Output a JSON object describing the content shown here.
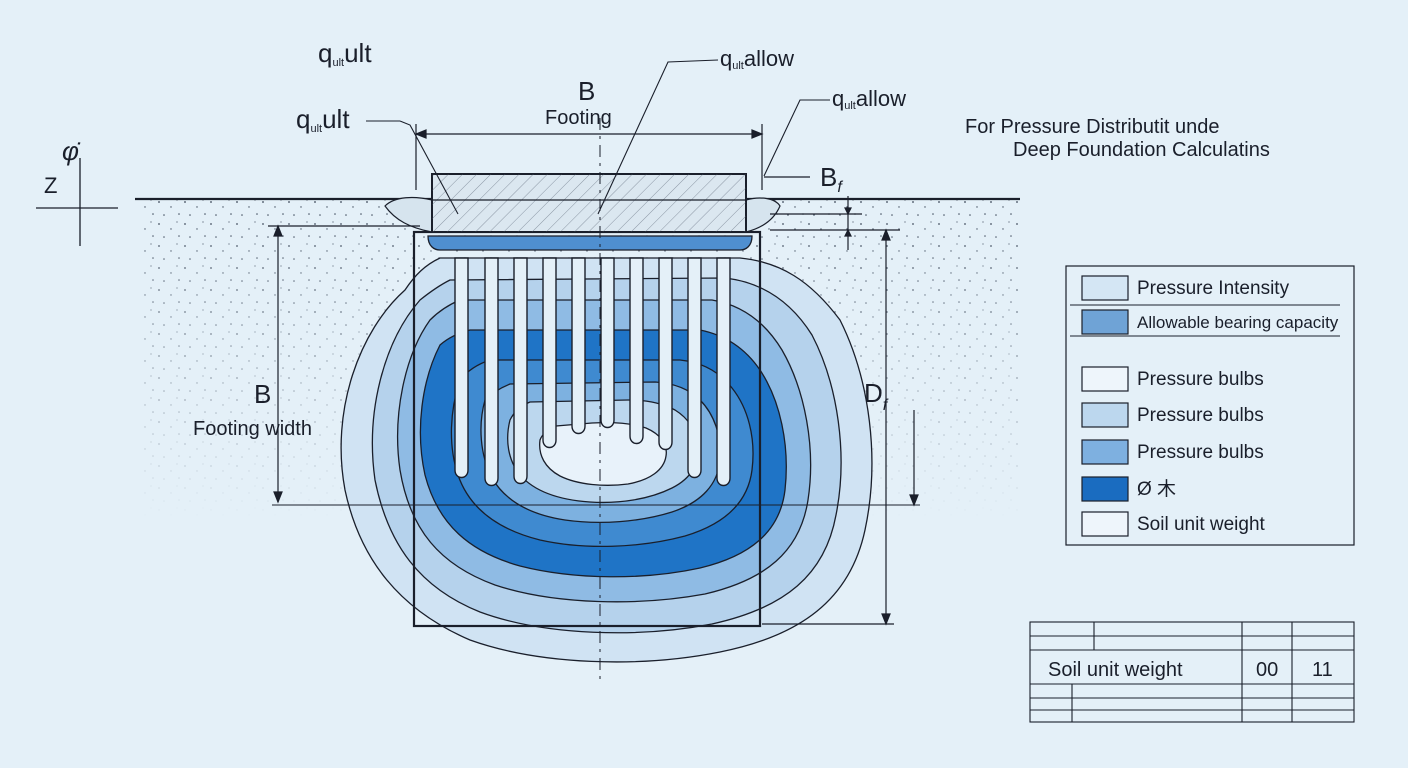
{
  "labels": {
    "q_ult_top": {
      "q": "q",
      "sub": "ult",
      "rest": "ult"
    },
    "q_ult_left": {
      "q": "q",
      "sub": "ult",
      "rest": "ult"
    },
    "q_allow_top": {
      "q": "q",
      "sub": "ult",
      "rest": "allow"
    },
    "q_allow_right": {
      "q": "q",
      "sub": "ult",
      "rest": "allow"
    },
    "phi_symbol": "φ̇",
    "z_axis": "Z",
    "b_top": "B",
    "footing": "Footing",
    "b_side": "B",
    "footing_width": "Footing width",
    "b_f": {
      "main": "B",
      "sub": "f"
    },
    "d_f": {
      "main": "D",
      "sub": "f"
    }
  },
  "title": {
    "line1": "For Pressure Distributit unde",
    "line2": "Deep Foundation Calculatins"
  },
  "legend": {
    "top": [
      {
        "label": "Pressure Intensity",
        "color": "#d4e6f4"
      },
      {
        "label": "Allowable bearing capacity",
        "color": "#6fa3d6"
      }
    ],
    "bottom": [
      {
        "label": "Pressure bulbs",
        "color": "#eef5fb"
      },
      {
        "label": "Pressure bulbs",
        "color": "#bcd7ee"
      },
      {
        "label": "Pressure bulbs",
        "color": "#7eb0e0"
      },
      {
        "label": "Ø ⽊",
        "color": "#1a6cc0"
      },
      {
        "label": "Soil unit weight",
        "color": "#eef5fb"
      }
    ]
  },
  "table": {
    "label": "Soil unit weight",
    "value1": "00",
    "value2": "11"
  },
  "colors": {
    "background": "#e4f0f8",
    "bulb_light": "#c6dcf0",
    "bulb_mid": "#8fbbe4",
    "bulb_deep": "#1f74c6",
    "ink": "#1a1f2b"
  }
}
